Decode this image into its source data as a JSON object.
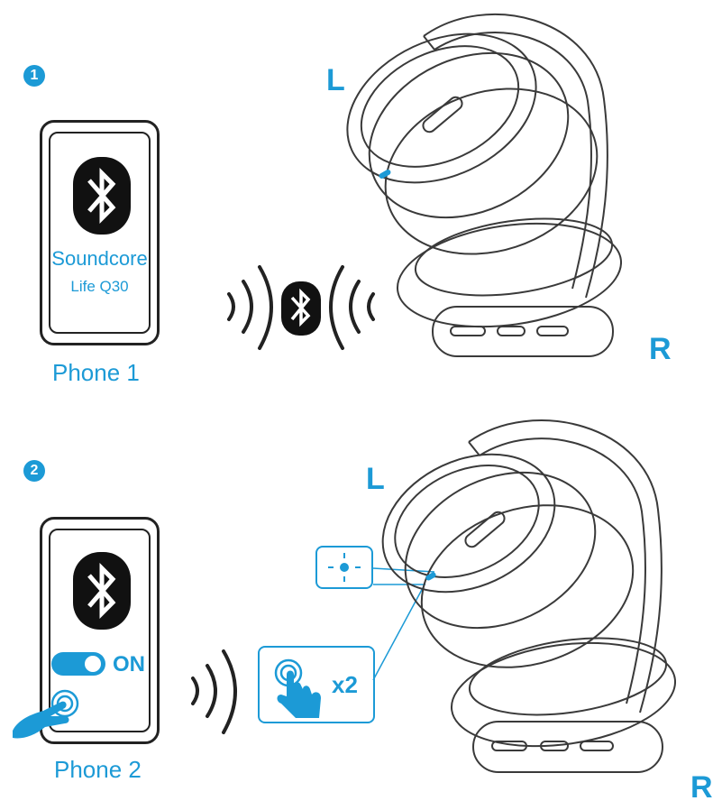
{
  "colors": {
    "accent": "#1c9ad6",
    "ink": "#222222",
    "line": "#3a3a3a"
  },
  "step1": {
    "badge": "1",
    "phone": {
      "app_name": "Soundcore",
      "model": "Life Q30",
      "label": "Phone 1"
    },
    "headphone": {
      "left_label": "L",
      "right_label": "R"
    },
    "icons": [
      "bluetooth-icon",
      "signal-waves-icon",
      "headphones-illustration"
    ]
  },
  "step2": {
    "badge": "2",
    "phone": {
      "toggle_label": "ON",
      "label": "Phone 2"
    },
    "callout_button_press": "x2",
    "headphone": {
      "left_label": "L",
      "right_label": "R"
    },
    "icons": [
      "bluetooth-icon",
      "toggle-switch-icon",
      "tap-hand-icon",
      "signal-waves-icon",
      "headphones-illustration"
    ]
  }
}
